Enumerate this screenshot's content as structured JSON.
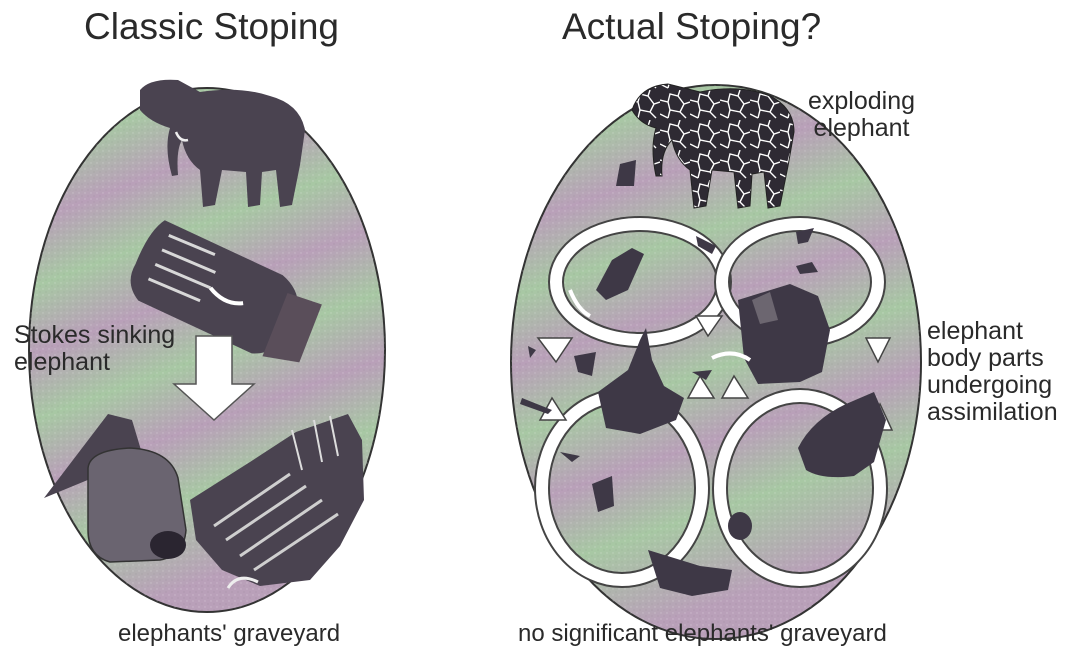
{
  "titles": {
    "left": "Classic Stoping",
    "right": "Actual Stoping?"
  },
  "labels": {
    "stokes": [
      "Stokes sinking",
      "elephant"
    ],
    "exploding": [
      "exploding",
      "elephant"
    ],
    "body_parts": [
      "elephant",
      "body parts",
      "undergoing",
      "assimilation"
    ]
  },
  "captions": {
    "left": "elephants' graveyard",
    "right": "no significant elephants' graveyard"
  },
  "colors": {
    "green_band": "#a8c8a4",
    "purple_band": "#b9a0b9",
    "silhouette": "#4e4656",
    "arrow_fill": "#ffffff"
  }
}
